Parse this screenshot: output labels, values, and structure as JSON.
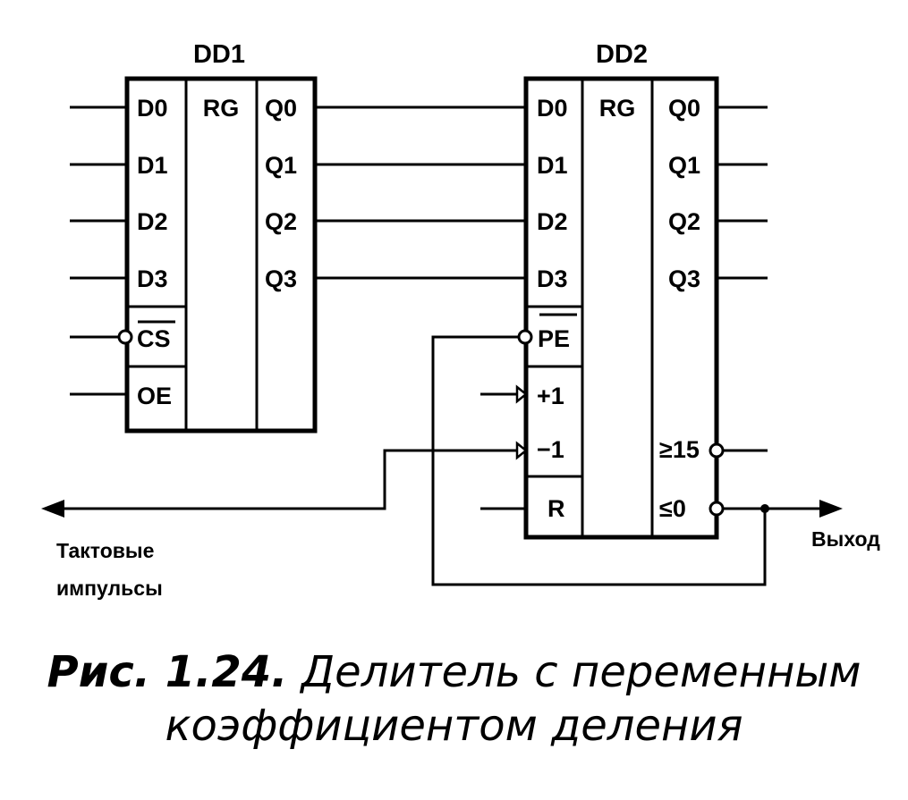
{
  "dd1": {
    "name": "DD1",
    "type": "RG",
    "inputs": [
      "D0",
      "D1",
      "D2",
      "D3"
    ],
    "outputs": [
      "Q0",
      "Q1",
      "Q2",
      "Q3"
    ],
    "cs": "CS",
    "oe": "OE"
  },
  "dd2": {
    "name": "DD2",
    "type": "RG",
    "inputs": [
      "D0",
      "D1",
      "D2",
      "D3"
    ],
    "outputs": [
      "Q0",
      "Q1",
      "Q2",
      "Q3"
    ],
    "pe": "PE",
    "up": "+1",
    "down": "−1",
    "reset": "R",
    "ge15": "≥15",
    "le0": "≤0"
  },
  "clock_label_1": "Тактовые",
  "clock_label_2": "импульсы",
  "output_label": "Выход",
  "caption": {
    "number": "Рис. 1.24.",
    "line1": "Делитель с переменным",
    "line2": "коэффициентом деления"
  }
}
